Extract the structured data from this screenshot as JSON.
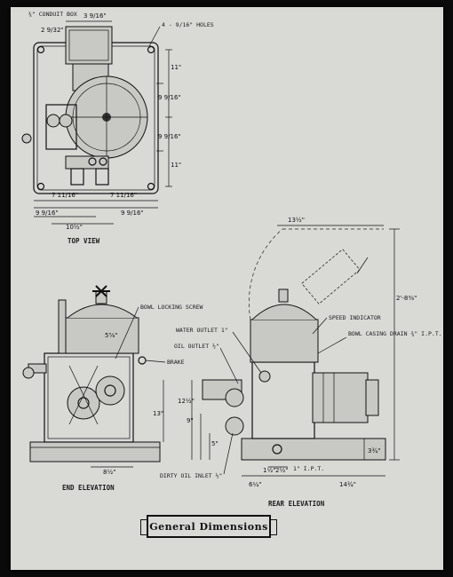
{
  "title": "General Dimensions",
  "views": {
    "top": "TOP VIEW",
    "end": "END ELEVATION",
    "rear": "REAR ELEVATION"
  },
  "labels": {
    "conduit_box": "¾\" CONDUIT BOX",
    "holes": "4 - 9/16\" HOLES",
    "bowl_locking_screw": "BOWL LOCKING SCREW",
    "water_outlet": "WATER OUTLET 1\"",
    "oil_outlet": "OIL OUTLET ½\"",
    "brake": "BRAKE",
    "speed_indicator": "SPEED INDICATOR",
    "bowl_casing_drain": "BOWL CASING DRAIN ¾\" I.P.T.",
    "dirty_oil_inlet": "DIRTY OIL INLET ½\"",
    "ipt": "1\" I.P.T."
  },
  "dims": {
    "d_3_9_16": "3 9/16\"",
    "d_2_9_32": "2 9/32\"",
    "d_11a": "11\"",
    "d_9_9_16a": "9 9/16\"",
    "d_9_9_16b": "9 9/16\"",
    "d_11b": "11\"",
    "d_7_11_16a": "7 11/16\"",
    "d_7_11_16b": "7 11/16\"",
    "d_9_9_16c": "9 9/16\"",
    "d_9_9_16d": "9 9/16\"",
    "d_10_half": "10½\"",
    "d_13_half": "13½\"",
    "d_2_8_3_8": "2'-8⅜\"",
    "d_5_5_8": "5⅝\"",
    "d_12_half": "12½\"",
    "d_9": "9\"",
    "d_13": "13\"",
    "d_5": "5\"",
    "d_8_half": "8½\"",
    "d_6_quarter": "6¼\"",
    "d_1_half": "1½\"",
    "d_2_half": "2½\"",
    "d_14_3_4": "14¾\"",
    "d_3_3_4": "3¾\""
  }
}
